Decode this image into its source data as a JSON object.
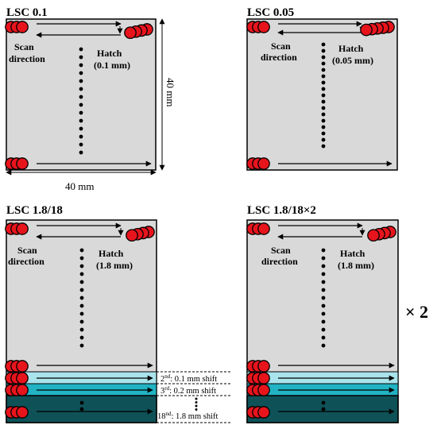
{
  "panels": [
    {
      "title": "LSC 0.1",
      "scan_label": [
        "Scan",
        "direction"
      ],
      "hatch_label": [
        "Hatch",
        "(0.1 mm)"
      ]
    },
    {
      "title": "LSC 0.05",
      "scan_label": [
        "Scan",
        "direction"
      ],
      "hatch_label": [
        "Hatch",
        "(0.05 mm)"
      ]
    },
    {
      "title": "LSC 1.8/18",
      "scan_label": [
        "Scan",
        "direction"
      ],
      "hatch_label": [
        "Hatch",
        "(1.8 mm)"
      ]
    },
    {
      "title": "LSC 1.8/18×2",
      "scan_label": [
        "Scan",
        "direction"
      ],
      "hatch_label": [
        "Hatch",
        "(1.8 mm)"
      ]
    }
  ],
  "dimensions": {
    "width": "40 mm",
    "height": "40 mm"
  },
  "shift_labels": [
    {
      "ord": "2",
      "sup": "nd",
      "rest": ": 0.1 mm shift"
    },
    {
      "ord": "3",
      "sup": "rd",
      "rest": ": 0.2 mm shift"
    },
    {
      "ord": "18",
      "sup": "nd",
      "rest": ": 1.8 mm shift"
    }
  ],
  "multiplier": "× 2",
  "colors": {
    "plate": "#d9d9d9",
    "laser": "#e8141c",
    "band_light": "#a9e3ec",
    "band_mid": "#21b3c3",
    "band_dark": "#0e5258"
  }
}
